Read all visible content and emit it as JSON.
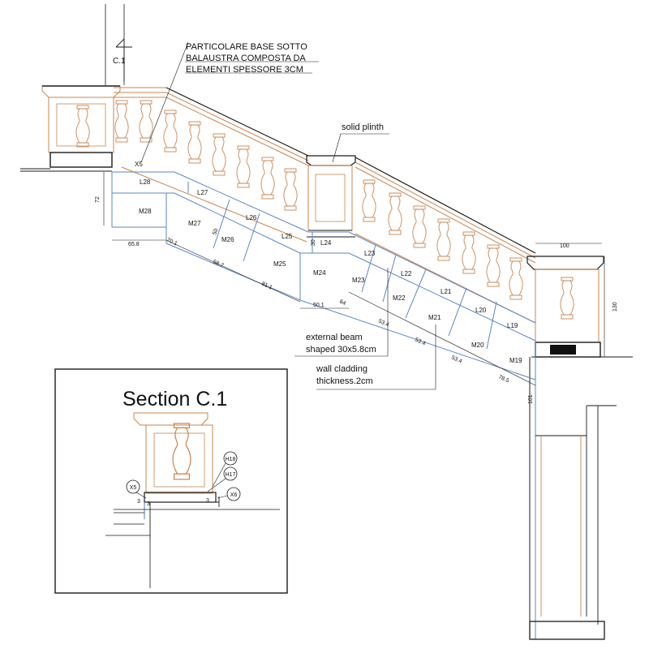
{
  "colors": {
    "balustrade": "#c9844f",
    "cladding": "#5b86c6",
    "line": "#1a1a1a",
    "background": "#ffffff"
  },
  "section_marker": {
    "label": "C.1"
  },
  "notes": {
    "italian_1": "PARTICOLARE BASE SOTTO",
    "italian_2": "BALAUSTRA COMPOSTA DA",
    "italian_3": "ELEMENTI SPESSORE 3CM",
    "solid_plinth": "solid plinth",
    "beam_1": "external beam",
    "beam_2": "shaped 30x5.8cm",
    "cladding_1": "wall cladding",
    "cladding_2": "thickness.2cm"
  },
  "pieces": {
    "x5": "X5",
    "l28": "L28",
    "l27": "L27",
    "l26": "L26",
    "l25": "L25",
    "l24": "L24",
    "l23": "L23",
    "l22": "L22",
    "l21": "L21",
    "l20": "L20",
    "l19": "L19",
    "m28": "M28",
    "m27": "M27",
    "m26": "M26",
    "m25": "M25",
    "m24": "M24",
    "m23": "M23",
    "m22": "M22",
    "m21": "M21",
    "m20": "M20",
    "m19": "M19"
  },
  "dims": {
    "d72": "72",
    "d65_8": "65.8",
    "d70_1": "70.1",
    "d50": "50",
    "d58_7": "58.7",
    "d81_1": "81.1",
    "d30": "30",
    "d50_1": "50.1",
    "d64": "64",
    "d53_4a": "53.4",
    "d53_4b": "53.4",
    "d53_4c": "53.4",
    "d78_5": "78.5",
    "d101": "101",
    "d100": "100",
    "d130": "130"
  },
  "section": {
    "title": "Section C.1",
    "x5": "X5",
    "h18": "H18",
    "h17": "H17",
    "x6": "X6",
    "dim_a": "3",
    "dim_b": "3",
    "dim_c": "3"
  }
}
